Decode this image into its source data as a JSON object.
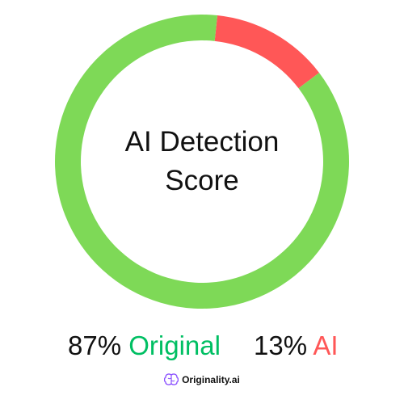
{
  "chart_data": {
    "type": "pie",
    "variant": "donut",
    "title_lines": [
      "AI Detection",
      "Score"
    ],
    "series": [
      {
        "name": "Original",
        "value": 87,
        "color": "#7ed957"
      },
      {
        "name": "AI",
        "value": 13,
        "color": "#ff5757"
      }
    ],
    "legend": [
      {
        "percent_text": "87%",
        "label": "Original",
        "color": "#00bf63"
      },
      {
        "percent_text": "13%",
        "label": "AI",
        "color": "#ff5757"
      }
    ],
    "legend_placement": "bottom"
  },
  "footer": {
    "brand": "Originality.ai",
    "brand_icon": "brain-icon",
    "brand_color": "#8c52ff"
  }
}
